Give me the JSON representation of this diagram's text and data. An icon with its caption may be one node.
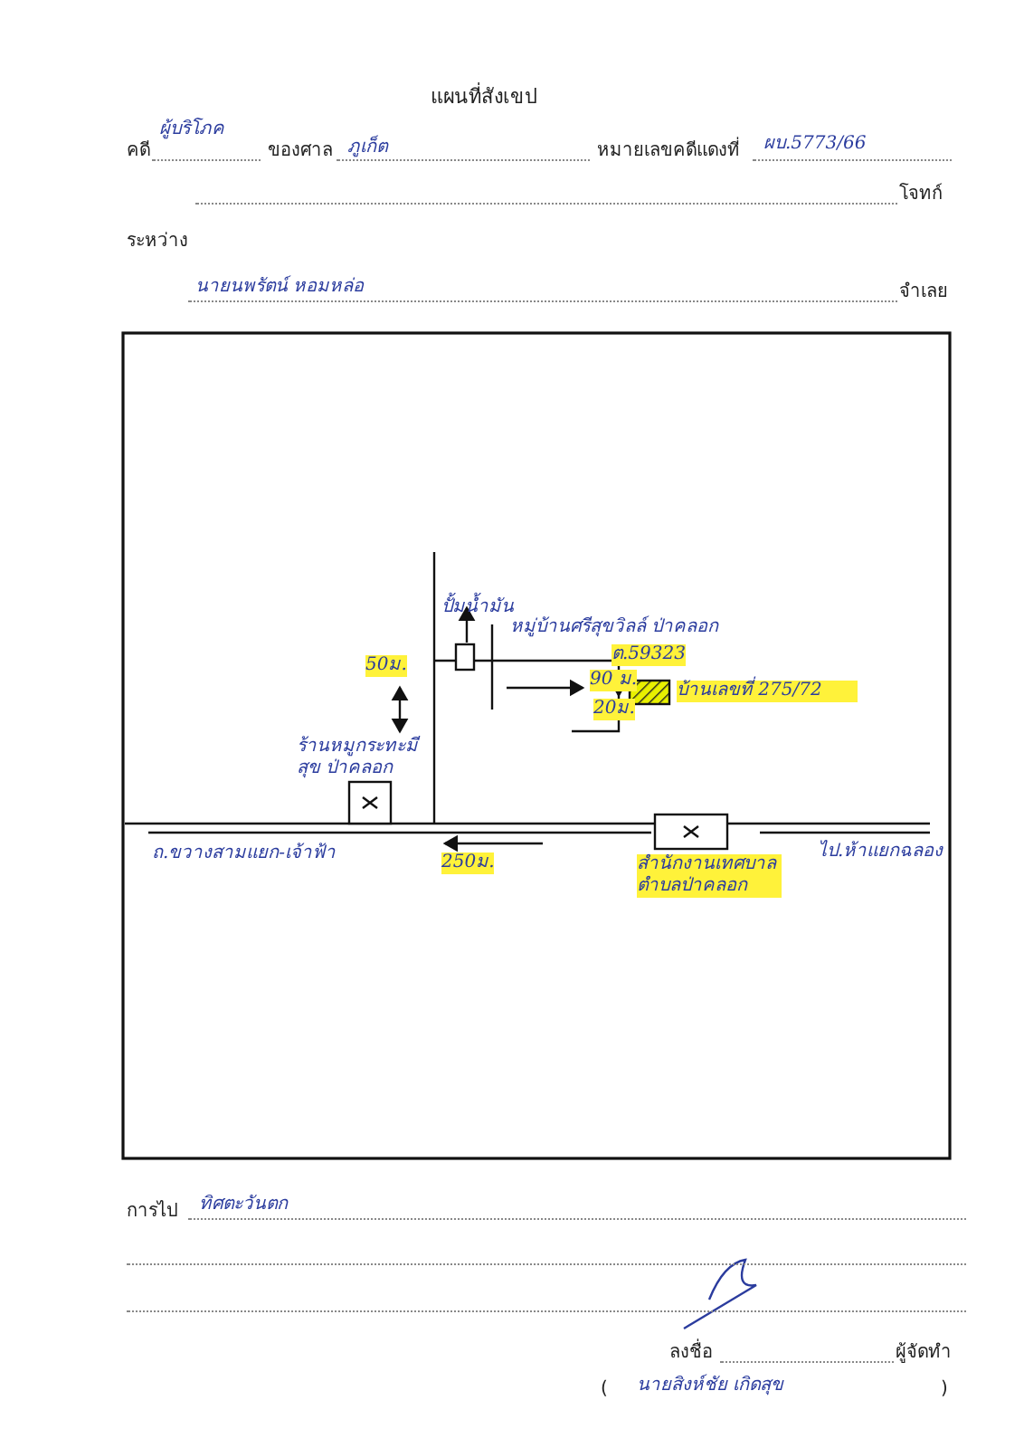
{
  "diagram": {
    "title": "แผนที่สังเขป",
    "nodes": [
      {
        "text": [],
        "shape": "box",
        "beside": [
          "ปั้มน้ำมัน"
        ]
      },
      {
        "text": [],
        "shape": "box",
        "beside": [
          "บ้านเลขที่ 275/72"
        ]
      },
      {
        "text": [],
        "shape": "box",
        "beside": [
          "ร้านหมูกระทะมีสุข ป่าคลอก"
        ]
      },
      {
        "text": [],
        "shape": "box",
        "beside": [
          "สำนักงานเทศบาล ตำบลป่าคลอก"
        ]
      }
    ],
    "labels": [
      "คดี",
      "ผู้บริโภค",
      "ของศาล",
      "ภูเก็ต",
      "หมายเลขคดีแดงที่",
      "ผบ.5773/66",
      "โจทก์",
      "ระหว่าง",
      "นายนพรัตน์ หอมหล่อ",
      "จำเลย",
      "หมู่บ้านศรีสุขวิลล์ ป่าคลอก",
      "ต.59323",
      "50ม.",
      "90 ม.",
      "20ม.",
      "ถ.ขวางสามแยก-เจ้าฟ้า",
      "250ม.",
      "ไป.ห้าแยกฉลอง",
      "การไป",
      "ทิศตะวันตก",
      "ลงชื่อ",
      "ผู้จัดทำ",
      "(",
      "นายสิงห์ชัย เกิดสุข",
      ")"
    ]
  }
}
